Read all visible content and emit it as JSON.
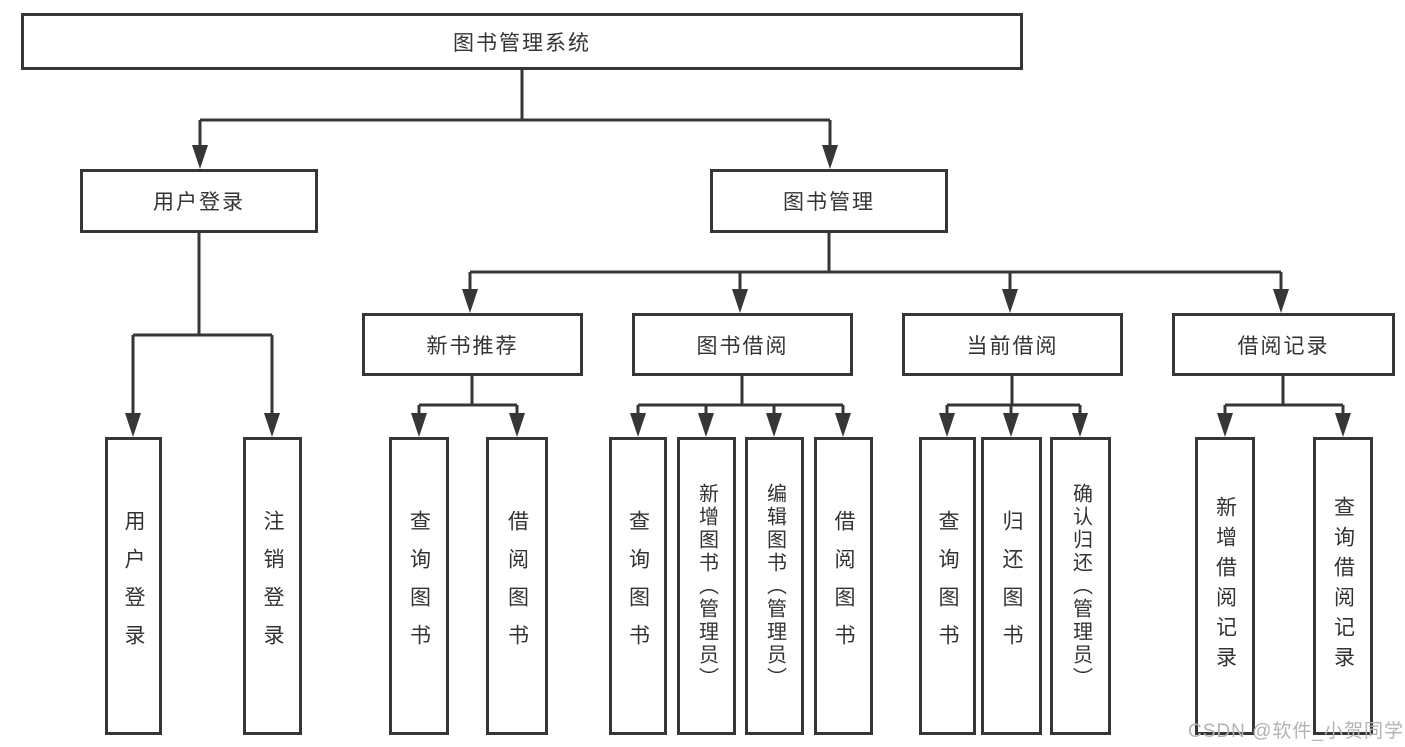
{
  "diagram": {
    "root": {
      "label": "图书管理系统"
    },
    "level2": [
      {
        "id": "user-login",
        "label": "用户登录"
      },
      {
        "id": "book-mgmt",
        "label": "图书管理"
      }
    ],
    "level3": [
      {
        "id": "new-book-rec",
        "label": "新书推荐"
      },
      {
        "id": "book-borrow",
        "label": "图书借阅"
      },
      {
        "id": "current-borrow",
        "label": "当前借阅"
      },
      {
        "id": "borrow-record",
        "label": "借阅记录"
      }
    ],
    "leaves": [
      {
        "parent": "user-login",
        "label": "用户登录"
      },
      {
        "parent": "user-login",
        "label": "注销登录"
      },
      {
        "parent": "new-book-rec",
        "label": "查询图书"
      },
      {
        "parent": "new-book-rec",
        "label": "借阅图书"
      },
      {
        "parent": "book-borrow",
        "label": "查询图书"
      },
      {
        "parent": "book-borrow",
        "label": "新增图书（管理员）"
      },
      {
        "parent": "book-borrow",
        "label": "编辑图书（管理员）"
      },
      {
        "parent": "book-borrow",
        "label": "借阅图书"
      },
      {
        "parent": "current-borrow",
        "label": "查询图书"
      },
      {
        "parent": "current-borrow",
        "label": "归还图书"
      },
      {
        "parent": "current-borrow",
        "label": "确认归还（管理员）"
      },
      {
        "parent": "borrow-record",
        "label": "新增借阅记录"
      },
      {
        "parent": "borrow-record",
        "label": "查询借阅记录"
      }
    ]
  },
  "watermark": {
    "text": "CSDN @软件_小贺同学"
  },
  "colors": {
    "line": "#363636",
    "box_border": "#363636",
    "text": "#333333",
    "watermark": "#b3b3b3",
    "background": "#ffffff"
  }
}
